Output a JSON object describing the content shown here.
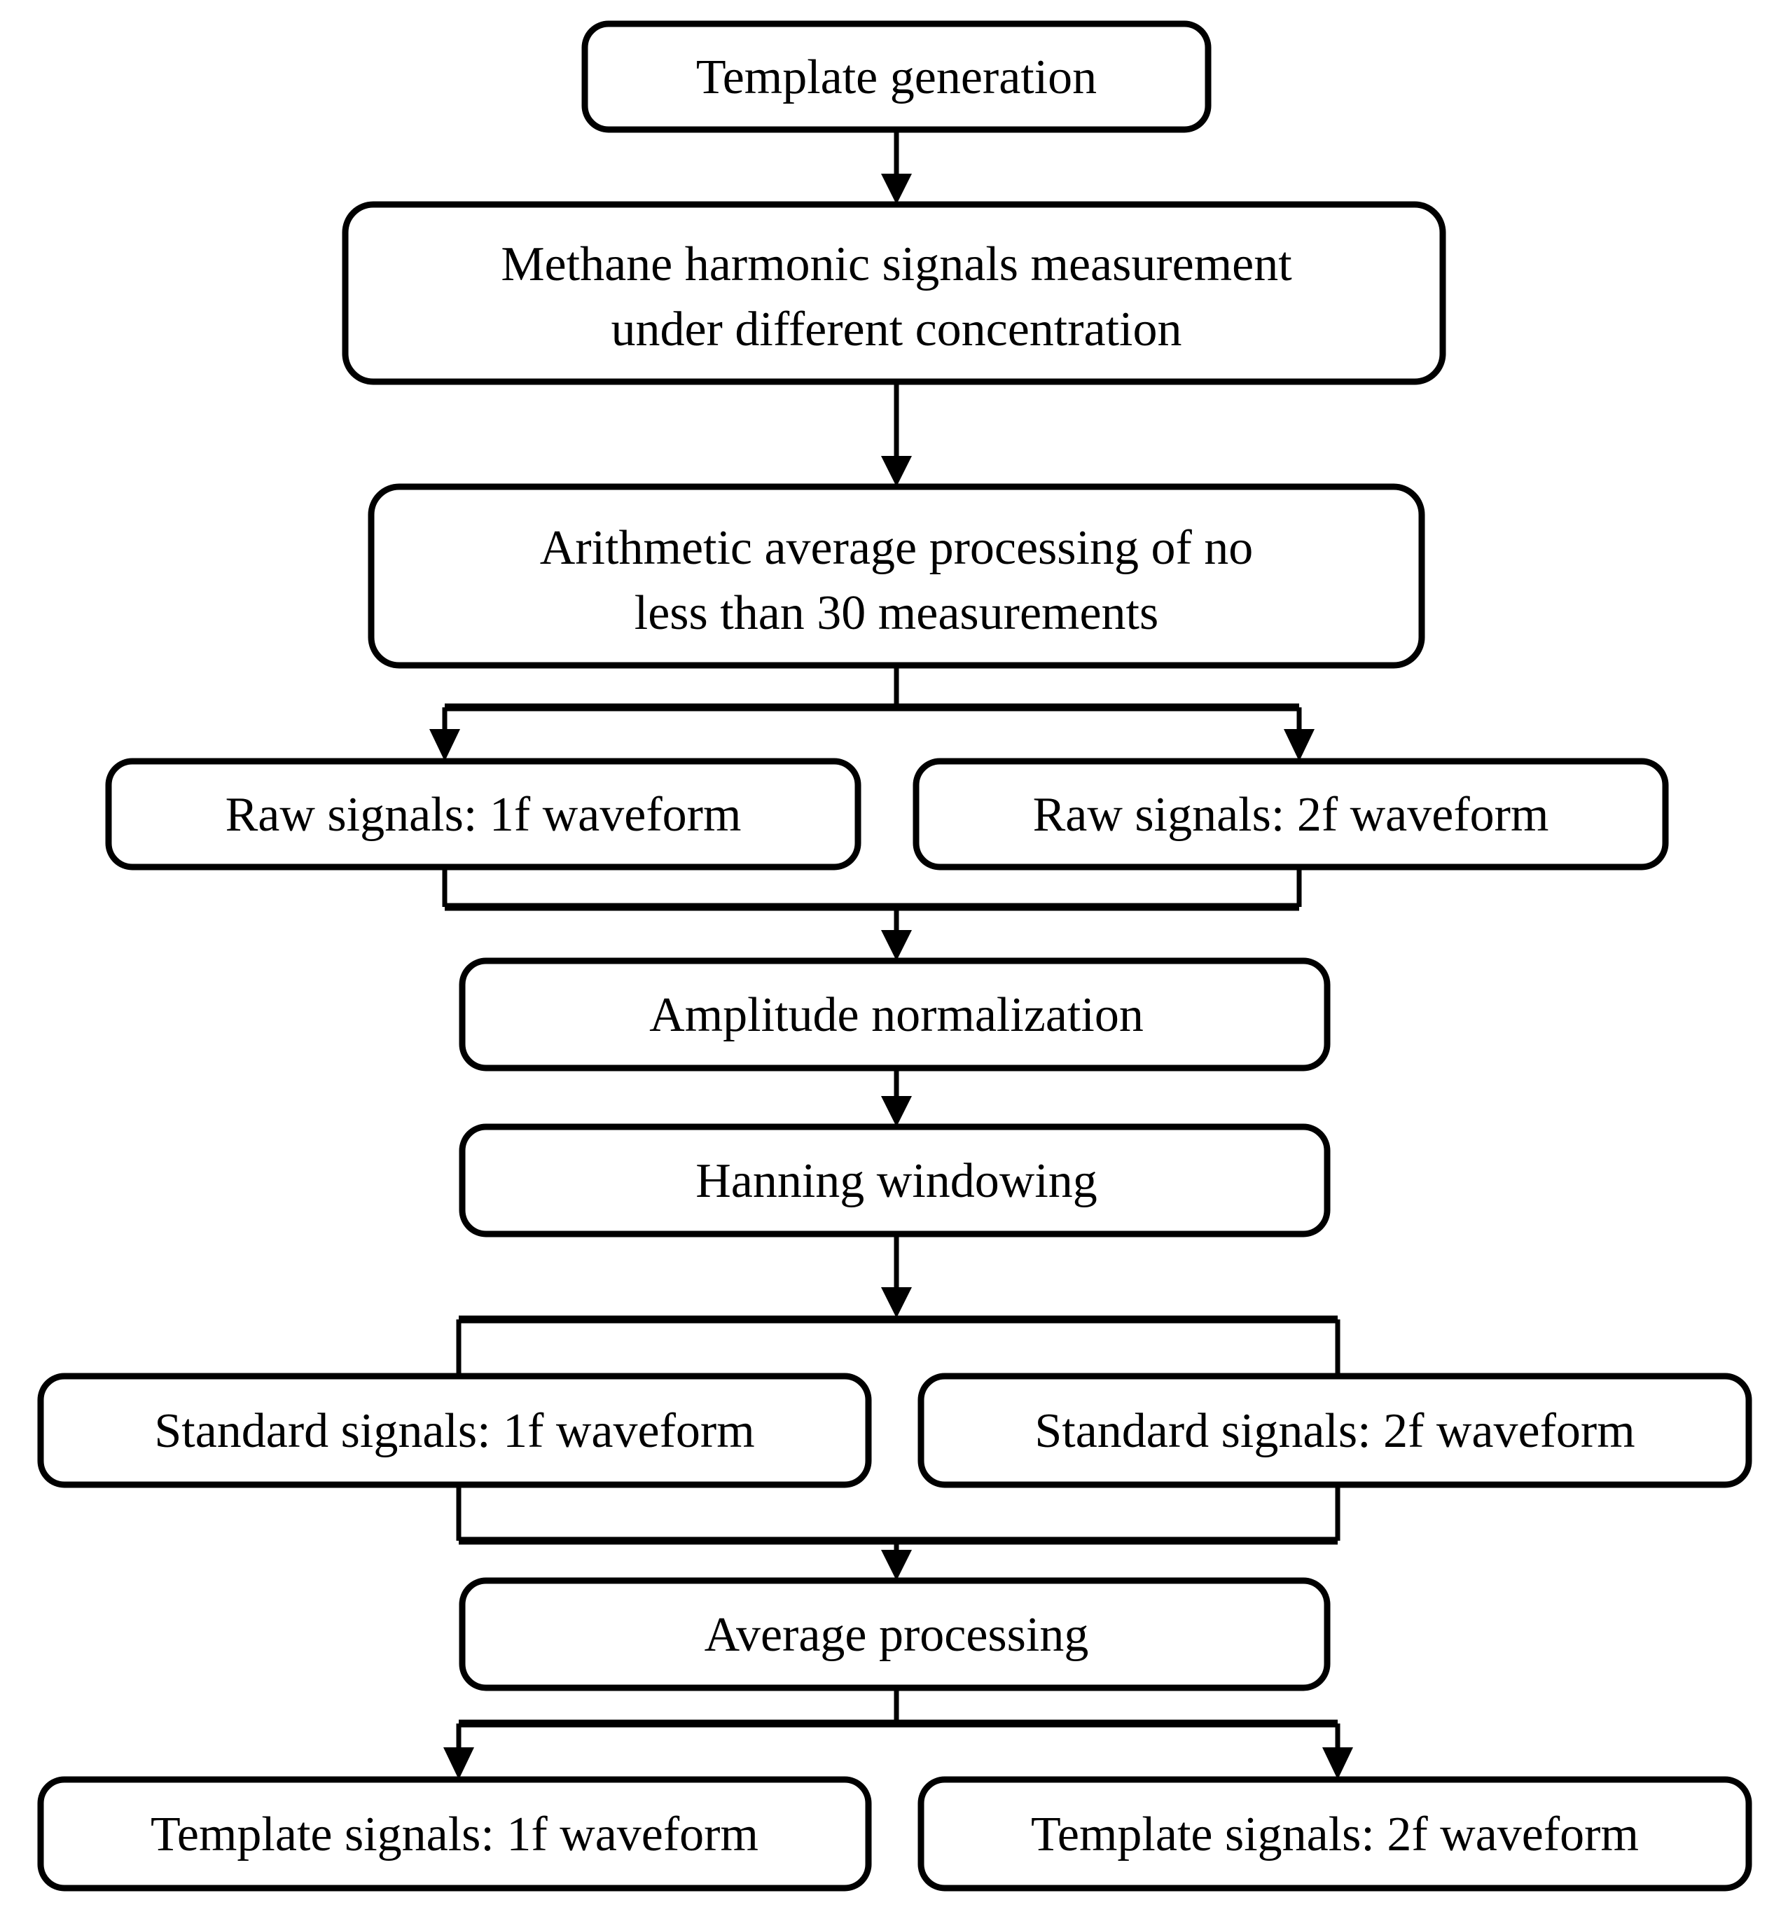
{
  "diagram": {
    "title": "Template generation flowchart",
    "colors": {
      "background": "#ffffff",
      "stroke": "#000000",
      "fill": "#ffffff",
      "text": "#000000"
    },
    "nodes": [
      {
        "id": "template-generation",
        "label": "Template generation",
        "lines": [
          "Template generation"
        ]
      },
      {
        "id": "methane-measurement",
        "label": "Methane harmonic signals measurement under different concentration",
        "lines": [
          "Methane harmonic signals measurement",
          "under different concentration"
        ]
      },
      {
        "id": "arithmetic-average",
        "label": "Arithmetic average processing of no less than 30 measurements",
        "lines": [
          "Arithmetic average processing of no",
          "less than 30 measurements"
        ]
      },
      {
        "id": "raw-1f",
        "label": "Raw signals: 1f waveform",
        "lines": [
          "Raw signals: 1f waveform"
        ]
      },
      {
        "id": "raw-2f",
        "label": "Raw signals: 2f waveform",
        "lines": [
          "Raw signals: 2f waveform"
        ]
      },
      {
        "id": "amplitude-normalization",
        "label": "Amplitude normalization",
        "lines": [
          "Amplitude normalization"
        ]
      },
      {
        "id": "hanning-windowing",
        "label": "Hanning windowing",
        "lines": [
          "Hanning windowing"
        ]
      },
      {
        "id": "standard-1f",
        "label": "Standard signals: 1f waveform",
        "lines": [
          "Standard signals: 1f waveform"
        ]
      },
      {
        "id": "standard-2f",
        "label": "Standard signals: 2f waveform",
        "lines": [
          "Standard signals: 2f waveform"
        ]
      },
      {
        "id": "average-processing",
        "label": "Average processing",
        "lines": [
          "Average processing"
        ]
      },
      {
        "id": "template-1f",
        "label": "Template signals: 1f waveform",
        "lines": [
          "Template signals: 1f waveform"
        ]
      },
      {
        "id": "template-2f",
        "label": "Template signals: 2f waveform",
        "lines": [
          "Template signals: 2f waveform"
        ]
      }
    ],
    "edges": [
      {
        "from": "template-generation",
        "to": "methane-measurement",
        "type": "arrow"
      },
      {
        "from": "methane-measurement",
        "to": "arithmetic-average",
        "type": "arrow"
      },
      {
        "from": "arithmetic-average",
        "to": "raw-1f",
        "type": "split-arrow"
      },
      {
        "from": "arithmetic-average",
        "to": "raw-2f",
        "type": "split-arrow"
      },
      {
        "from": "raw-1f",
        "to": "amplitude-normalization",
        "type": "merge-arrow"
      },
      {
        "from": "raw-2f",
        "to": "amplitude-normalization",
        "type": "merge-arrow"
      },
      {
        "from": "amplitude-normalization",
        "to": "hanning-windowing",
        "type": "arrow"
      },
      {
        "from": "hanning-windowing",
        "to": "standard-1f",
        "type": "split-arrow"
      },
      {
        "from": "hanning-windowing",
        "to": "standard-2f",
        "type": "split-arrow"
      },
      {
        "from": "standard-1f",
        "to": "average-processing",
        "type": "merge-arrow"
      },
      {
        "from": "standard-2f",
        "to": "average-processing",
        "type": "merge-arrow"
      },
      {
        "from": "average-processing",
        "to": "template-1f",
        "type": "split-arrow"
      },
      {
        "from": "average-processing",
        "to": "template-2f",
        "type": "split-arrow"
      }
    ]
  }
}
